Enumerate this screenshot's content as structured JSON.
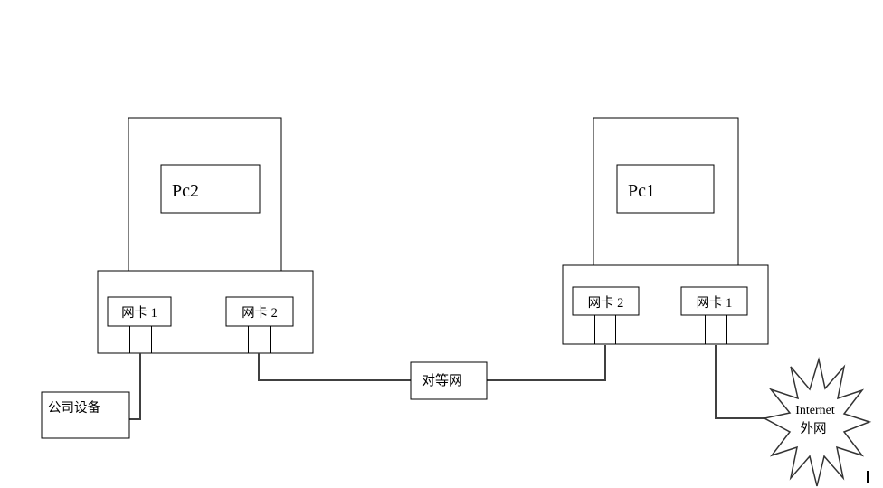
{
  "diagram": {
    "pc_left": {
      "title": "Pc2",
      "nic_left_label": "网卡 1",
      "nic_right_label": "网卡 2"
    },
    "pc_right": {
      "title": "Pc1",
      "nic_left_label": "网卡 2",
      "nic_right_label": "网卡 1"
    },
    "peer_network": {
      "label": "对等网"
    },
    "company_device": {
      "label": "公司设备"
    },
    "internet": {
      "label_line1": "Internet",
      "label_line2": "外网"
    }
  },
  "colors": {
    "background": "#ffffff",
    "outline": "#000000",
    "cable": "#404040"
  }
}
